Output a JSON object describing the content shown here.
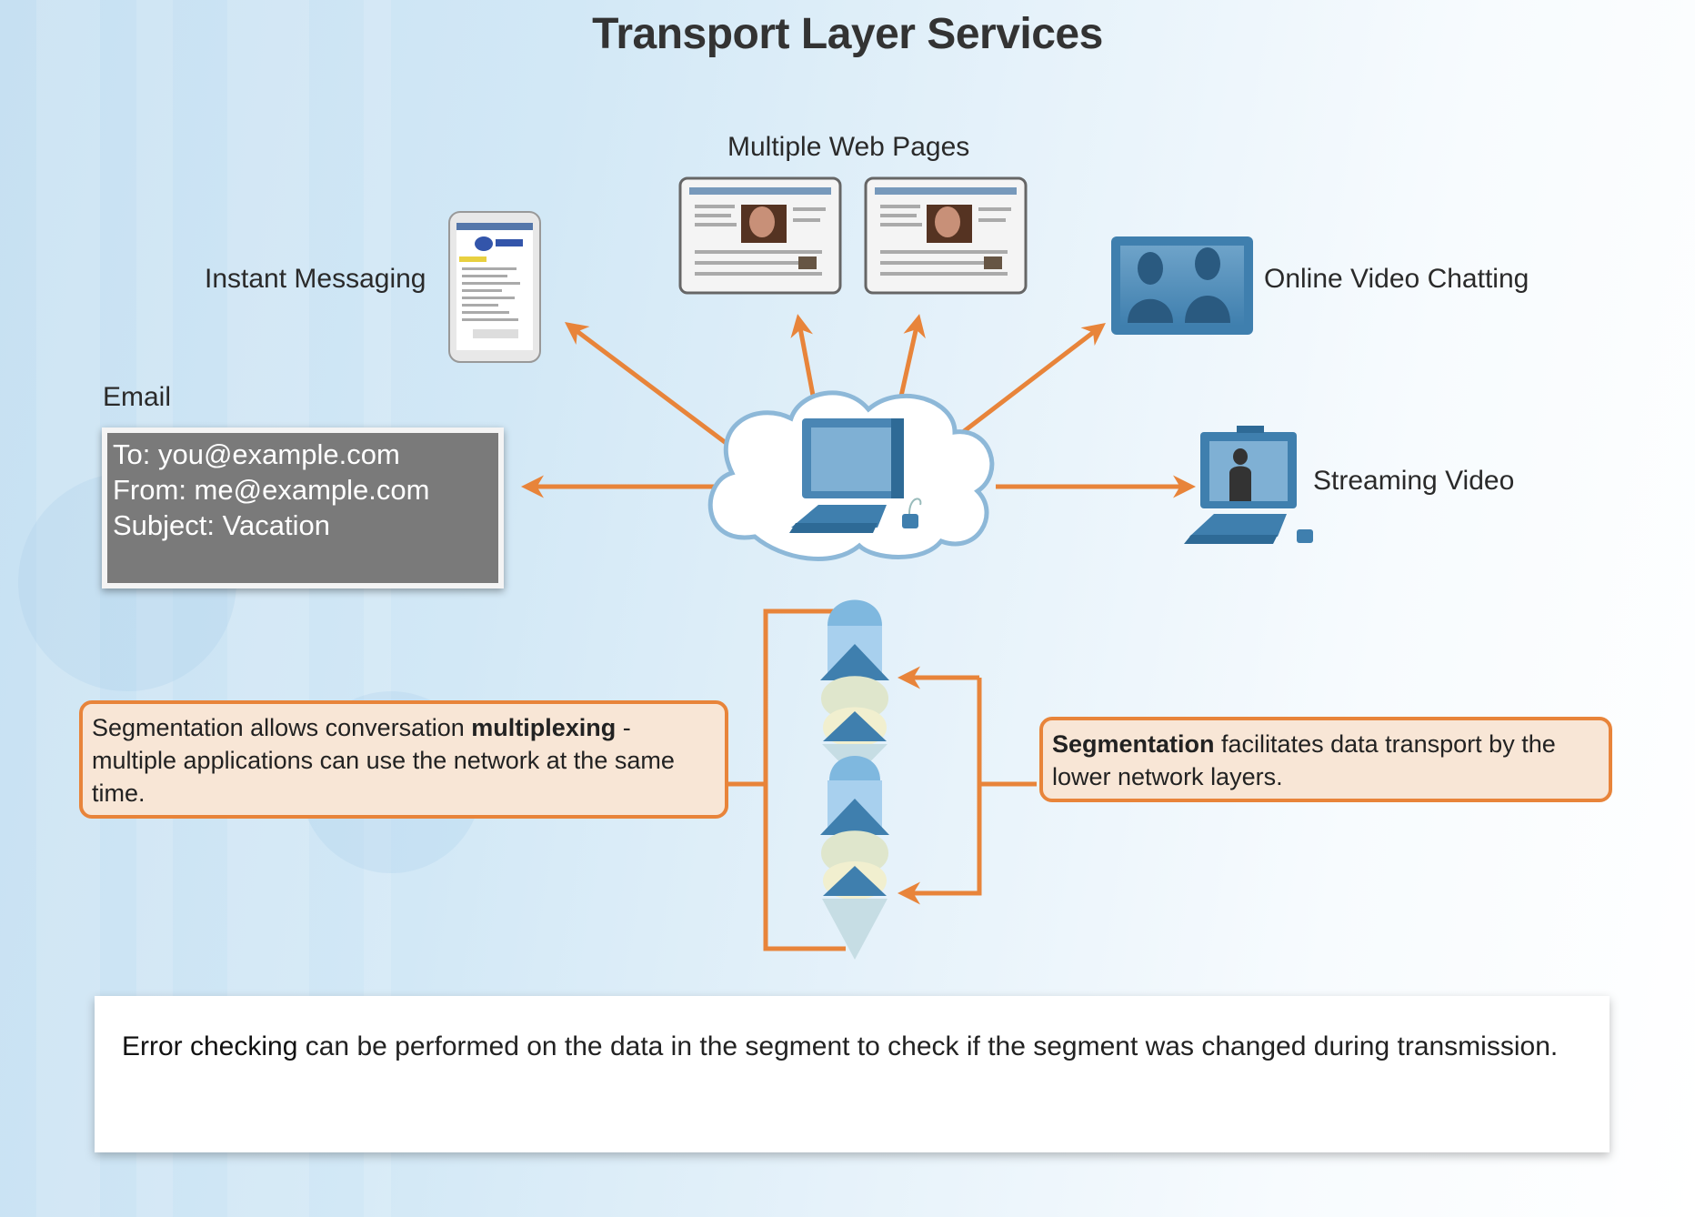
{
  "title": "Transport Layer Services",
  "apps": {
    "web_pages": "Multiple Web Pages",
    "instant_messaging": "Instant Messaging",
    "video_chat": "Online Video Chatting",
    "email": "Email",
    "streaming": "Streaming Video"
  },
  "email_box": {
    "to": "To: you@example.com",
    "from": "From: me@example.com",
    "subject": "Subject: Vacation"
  },
  "multiplexing_callout": {
    "pre": "Segmentation allows conversation ",
    "bold": "multiplexing",
    "post": " - multiple applications can use the network at the same time."
  },
  "transport_callout": {
    "bold": "Segmentation",
    "post": " facilitates data transport by the lower network layers."
  },
  "error_box": {
    "bold": "Error checking",
    "post": " can be performed on the data in the segment to check if the segment was changed during transmission."
  },
  "colors": {
    "arrow": "#e8843a",
    "device_blue": "#3f7fae",
    "callout_fill": "#f8e6d6"
  },
  "icons": [
    "cloud-icon",
    "computer-icon",
    "pda-icon",
    "webpage-icon",
    "video-chat-icon",
    "streaming-computer-icon",
    "segment-stack-icon"
  ]
}
